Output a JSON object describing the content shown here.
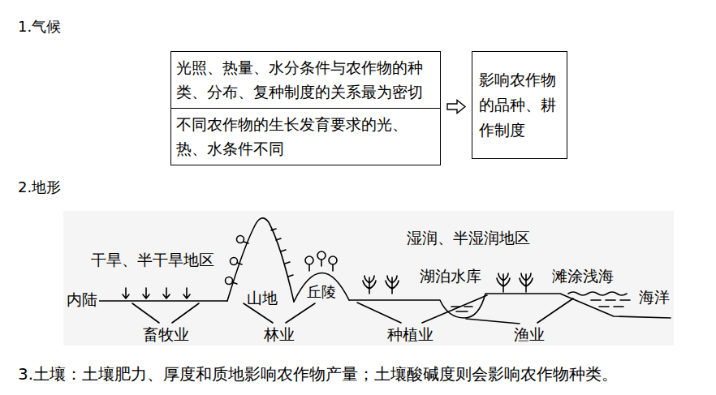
{
  "diagram": {
    "nodes": [
      {
        "text": [
          "光照、热量、水分条件与农作物的种类、分布、复种制度的关系最为密切",
          "不同农作物的生长发育要求的光、热、水条件不同"
        ]
      },
      {
        "text": [
          "影响农作物的品种、耕作制度"
        ]
      }
    ],
    "edges": [
      {
        "from": 0,
        "to": 1,
        "arrow": "to"
      }
    ],
    "labels": [
      "1.气候",
      "2.地形",
      "湿润、半湿润地区",
      "干旱、半干旱地区",
      "内陆",
      "山地",
      "丘陵",
      "湖泊水库",
      "滩涂浅海",
      "海洋",
      "畜牧业",
      "林业",
      "种植业",
      "渔业",
      "3.土壤：土壤肥力、厚度和质地影响农作物产量；土壤酸碱度则会影响农作物种类。"
    ]
  }
}
